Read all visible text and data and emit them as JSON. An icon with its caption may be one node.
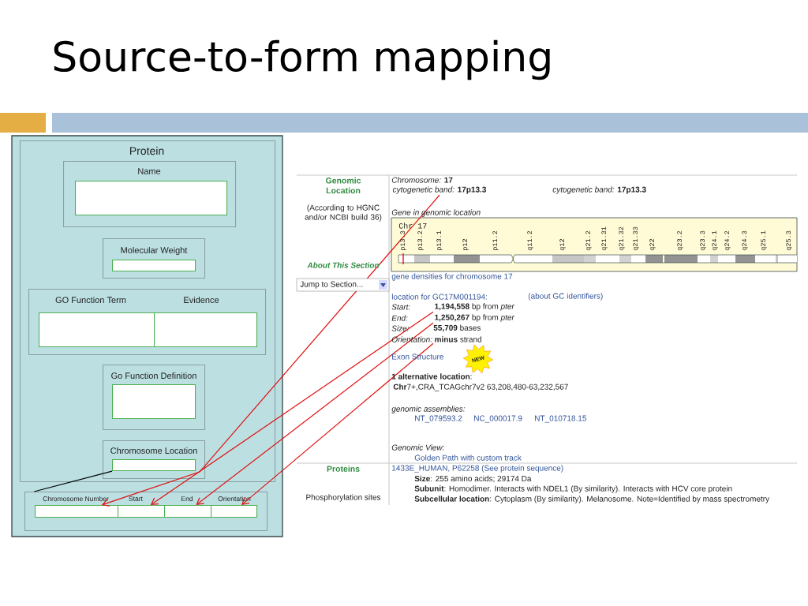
{
  "diagram": {
    "title": "Source-to-form mapping",
    "nodes": [
      {
        "text": [
          "Protein"
        ]
      },
      {
        "text": [
          "Name"
        ],
        "in": 0
      },
      {
        "text": [],
        "shape": "box",
        "in": 1
      },
      {
        "text": [
          "Molecular Weight"
        ],
        "in": 0
      },
      {
        "text": [],
        "shape": "box",
        "in": 3
      },
      {
        "text": [
          "GO Function Term",
          "Evidence"
        ],
        "in": 0
      },
      {
        "text": [],
        "shape": "box",
        "in": 5
      },
      {
        "text": [],
        "shape": "box",
        "in": 5
      },
      {
        "text": [
          "Go Function Definition"
        ],
        "in": 0
      },
      {
        "text": [],
        "shape": "box",
        "in": 8
      },
      {
        "text": [
          "Chromosome Location"
        ],
        "in": 0
      },
      {
        "text": [],
        "shape": "box",
        "in": 10
      },
      {
        "text": [],
        "shape": "box"
      },
      {
        "text": [
          "Chromosome Number"
        ],
        "in": 12
      },
      {
        "text": [
          "Start"
        ],
        "in": 12
      },
      {
        "text": [
          "End"
        ],
        "in": 12
      },
      {
        "text": [
          "Orientation"
        ],
        "in": 12
      },
      {
        "text": [
          "*cytogenetic band:* **17p13.3**"
        ]
      },
      {
        "text": [
          "**1,194,558** bp from *pter*"
        ]
      },
      {
        "text": [
          "**1,250,267** bp from *pter*"
        ]
      },
      {
        "text": [
          "**minus** strand"
        ]
      }
    ],
    "edges": [
      {
        "from": 17,
        "to": 13,
        "arrow": "to"
      },
      {
        "from": 18,
        "to": 14,
        "arrow": "to"
      },
      {
        "from": 19,
        "to": 15,
        "arrow": "to"
      },
      {
        "from": 20,
        "to": 16,
        "arrow": "to"
      },
      {
        "from": 12,
        "to": 11,
        "arrow": "none",
        "color": "#000000"
      }
    ],
    "labels": [
      "Genomic Location",
      "(According to HGNC and/or NCBI build 36)",
      "About This Section",
      "Jump to Section...",
      "*Chromosome:* **17**",
      "*cytogenetic band:* **17p13.3**",
      "Gene in genomic location",
      "Chr 17",
      "p13.3",
      "p13.2",
      "p13.1",
      "p12",
      "p11.2",
      "q11.2",
      "q12",
      "q21.2",
      "q21.31",
      "q21.32",
      "q21.33",
      "q22",
      "q23.2",
      "q23.3",
      "q24.1",
      "q24.2",
      "q24.3",
      "q25.1",
      "q25.3",
      "gene densities for chromosome 17",
      "location for GC17M001194:",
      "(about GC identifiers)",
      "Start:",
      "End:",
      "Size:",
      "**55,709** bases",
      "Orientation:",
      "Exon Structure",
      "NEW",
      "**1 alternative location**:",
      "**Chr**7+,CRA_TCAGchr7v2 63,208,480-63,232,567",
      "genomic assemblies:",
      "NT_079593.2",
      "NC_000017.9",
      "NT_010718.15",
      "Genomic View:",
      "Golden Path with custom track",
      "Proteins",
      "Phosphorylation sites",
      "1433E_HUMAN, P62258 (See protein sequence)",
      "**Size**: 255 amino acids; 29174 Da",
      "**Subunit**: Homodimer. Interacts with NDEL1 (By similarity). Interacts with HCV core protein",
      "**Subcellular location**: Cytoplasm (By similarity). Melanosome. Note=Identified by mass spectrometry"
    ]
  }
}
